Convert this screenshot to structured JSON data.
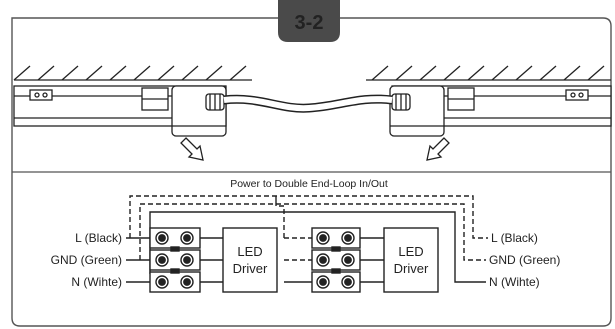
{
  "step_badge": "3-2",
  "caption": "Power to Double End-Loop In/Out",
  "left_labels": {
    "l": "L  (Black)",
    "gnd": "GND  (Green)",
    "n": "N  (Wihte)"
  },
  "right_labels": {
    "l": "L  (Black)",
    "gnd": "GND  (Green)",
    "n": "N  (Wihte)"
  },
  "driver_left": {
    "line1": "LED",
    "line2": "Driver"
  },
  "driver_right": {
    "line1": "LED",
    "line2": "Driver"
  },
  "colors": {
    "badge": "#4a4a4a",
    "line": "#222222",
    "frame": "#555555"
  }
}
